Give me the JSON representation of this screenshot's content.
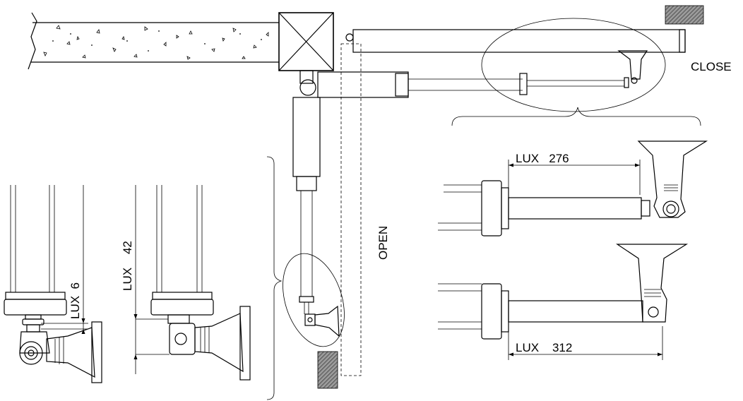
{
  "labels": {
    "close": "CLOSE",
    "open": "OPEN"
  },
  "dimensions": {
    "top_right": "LUX   276",
    "bottom_right": "LUX    312",
    "left_small": "LUX  6",
    "left_large": "LUX    42"
  }
}
